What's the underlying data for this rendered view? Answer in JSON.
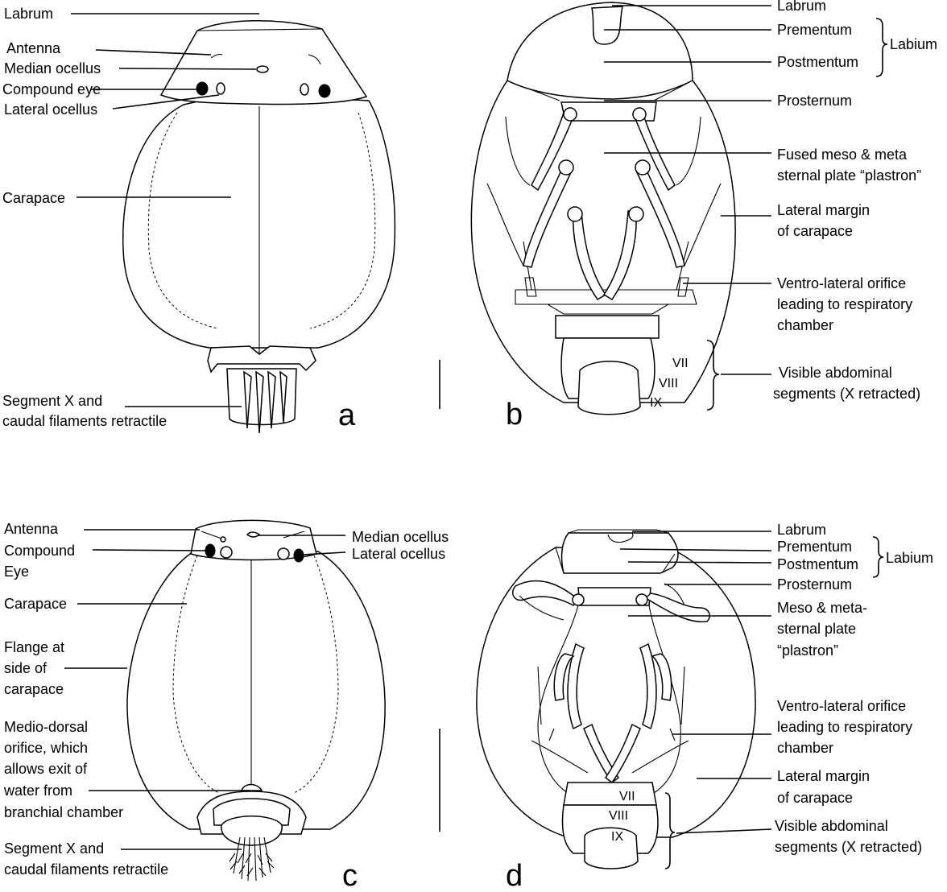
{
  "panels": {
    "a": {
      "letter": "a",
      "labels": {
        "labrum": "Labrum",
        "antenna": "Antenna",
        "median_ocellus": "Median ocellus",
        "compound_eye": "Compound eye",
        "lateral_ocellus": "Lateral ocellus",
        "carapace": "Carapace",
        "segment_x_line1": "Segment X and",
        "segment_x_line2": "caudal filaments retractile"
      }
    },
    "b": {
      "letter": "b",
      "labels": {
        "labrum": "Labrum",
        "prementum": "Prementum",
        "postmentum": "Postmentum",
        "labium": "Labium",
        "prosternum": "Prosternum",
        "plastron_line1": "Fused meso & meta",
        "plastron_line2": "sternal plate “plastron”",
        "lateral_margin_line1": "Lateral margin",
        "lateral_margin_line2": "of carapace",
        "orifice_line1": "Ventro-lateral orifice",
        "orifice_line2": "leading to respiratory",
        "orifice_line3": "chamber",
        "seg_vii": "VII",
        "seg_viii": "VIII",
        "seg_ix": "IX",
        "abdominal_line1": "Visible abdominal",
        "abdominal_line2": "segments (X retracted)"
      }
    },
    "c": {
      "letter": "c",
      "labels": {
        "antenna": "Antenna",
        "compound_eye_line1": "Compound",
        "compound_eye_line2": "Eye",
        "median_ocellus": "Median ocellus",
        "lateral_ocellus": "Lateral ocellus",
        "carapace": "Carapace",
        "flange_line1": "Flange at",
        "flange_line2": "side of",
        "flange_line3": "carapace",
        "medio_line1": "Medio-dorsal",
        "medio_line2": "orifice, which",
        "medio_line3": "allows exit of",
        "medio_line4": "water from",
        "medio_line5": "branchial chamber",
        "segment_x_line1": "Segment X and",
        "segment_x_line2": "caudal filaments retractile"
      }
    },
    "d": {
      "letter": "d",
      "labels": {
        "labrum": "Labrum",
        "prementum": "Prementum",
        "postmentum": "Postmentum",
        "labium": "Labium",
        "prosternum": "Prosternum",
        "plate_line1": "Meso & meta-",
        "plate_line2": "sternal plate",
        "plate_line3": "“plastron”",
        "orifice_line1": "Ventro-lateral orifice",
        "orifice_line2": "leading to respiratory",
        "orifice_line3": "chamber",
        "lateral_margin_line1": "Lateral margin",
        "lateral_margin_line2": "of carapace",
        "seg_vii": "VII",
        "seg_viii": "VIII",
        "seg_ix": "IX",
        "abdominal_line1": "Visible abdominal",
        "abdominal_line2": "segments (X retracted)"
      }
    }
  }
}
